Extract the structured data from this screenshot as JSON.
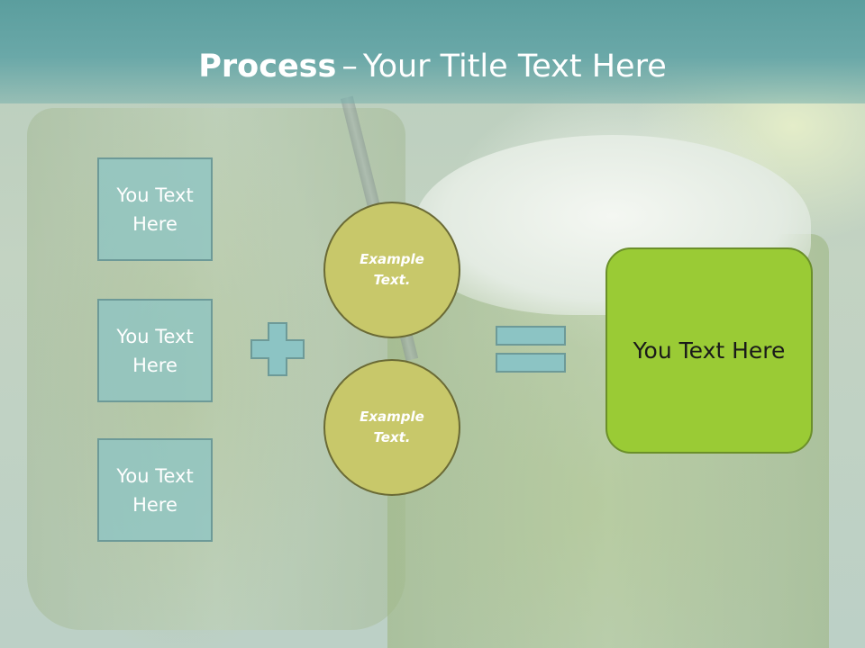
{
  "title": {
    "bold": "Process",
    "separator": "–",
    "rest": "Your Title Text Here"
  },
  "left_boxes": [
    {
      "line1": "You Text",
      "line2": "Here"
    },
    {
      "line1": "You Text",
      "line2": "Here"
    },
    {
      "line1": "You Text",
      "line2": "Here"
    }
  ],
  "circles": [
    {
      "line1": "Example",
      "line2": "Text."
    },
    {
      "line1": "Example",
      "line2": "Text."
    }
  ],
  "result_box": {
    "text": "You Text Here"
  },
  "icons": {
    "plus": "plus-icon",
    "equals": "equals-icon"
  },
  "colors": {
    "title_bar": "#5b9e9e",
    "box_fill": "#8cc4c4",
    "circle_fill": "#c8c86a",
    "result_fill": "#9acb35",
    "symbol_fill": "#8cc4c4"
  }
}
